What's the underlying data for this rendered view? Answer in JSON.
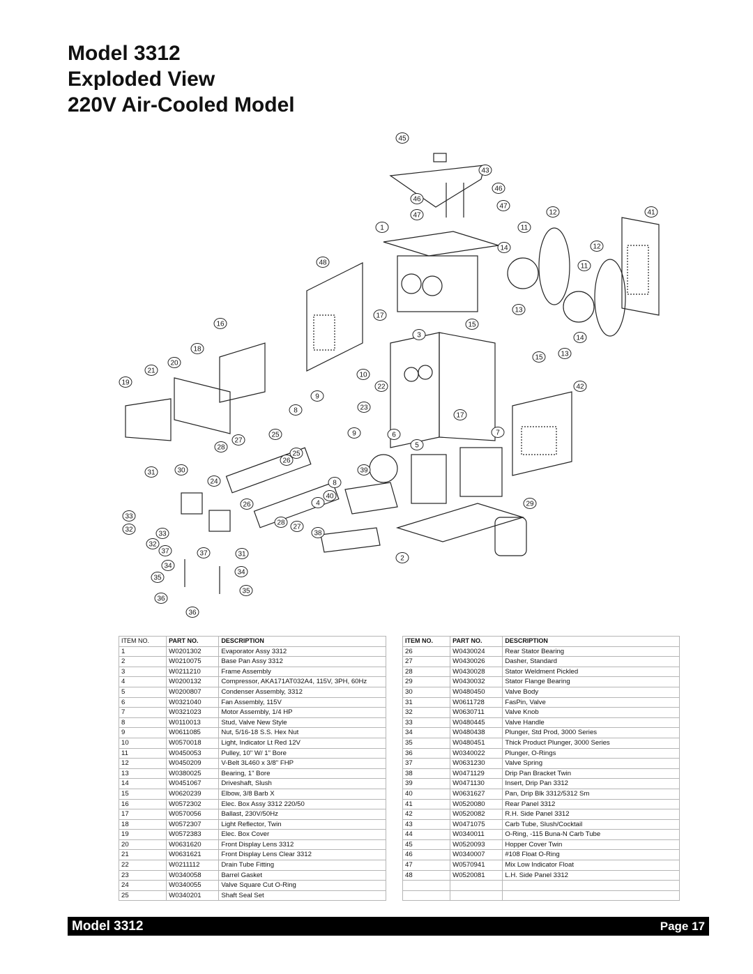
{
  "title": {
    "line1": "Model 3312",
    "line2": "Exploded View",
    "line3": "220V Air-Cooled Model"
  },
  "diagram": {
    "callouts": [
      "45",
      "43",
      "46",
      "46",
      "47",
      "47",
      "12",
      "41",
      "1",
      "11",
      "14",
      "12",
      "48",
      "11",
      "13",
      "16",
      "17",
      "15",
      "3",
      "14",
      "18",
      "20",
      "21",
      "19",
      "10",
      "15",
      "13",
      "22",
      "42",
      "9",
      "8",
      "23",
      "17",
      "27",
      "28",
      "25",
      "9",
      "6",
      "7",
      "5",
      "26",
      "25",
      "31",
      "30",
      "24",
      "39",
      "8",
      "40",
      "29",
      "26",
      "4",
      "33",
      "32",
      "33",
      "28",
      "27",
      "38",
      "32",
      "37",
      "37",
      "31",
      "2",
      "34",
      "35",
      "34",
      "35",
      "36",
      "36"
    ]
  },
  "table": {
    "headers": {
      "item_no": "ITEM NO.",
      "part_no": "PART NO.",
      "description": "DESCRIPTION"
    },
    "left": [
      [
        "1",
        "W0201302",
        "Evaporator Assy 3312"
      ],
      [
        "2",
        "W0210075",
        "Base Pan Assy 3312"
      ],
      [
        "3",
        "W0211210",
        "Frame Assembly"
      ],
      [
        "4",
        "W0200132",
        "Compressor, AKA171AT032A4, 115V, 3PH, 60Hz"
      ],
      [
        "5",
        "W0200807",
        "Condenser Assembly, 3312"
      ],
      [
        "6",
        "W0321040",
        "Fan Assembly, 115V"
      ],
      [
        "7",
        "W0321023",
        "Motor Assembly, 1/4 HP"
      ],
      [
        "8",
        "W0110013",
        "Stud, Valve New Style"
      ],
      [
        "9",
        "W0611085",
        "Nut, 5/16-18 S.S. Hex Nut"
      ],
      [
        "10",
        "W0570018",
        "Light, Indicator Lt Red 12V"
      ],
      [
        "11",
        "W0450053",
        "Pulley, 10\" W/ 1\" Bore"
      ],
      [
        "12",
        "W0450209",
        "V-Belt 3L460 x 3/8\" FHP"
      ],
      [
        "13",
        "W0380025",
        "Bearing, 1\" Bore"
      ],
      [
        "14",
        "W0451067",
        "Driveshaft, Slush"
      ],
      [
        "15",
        "W0620239",
        "Elbow, 3/8 Barb X"
      ],
      [
        "16",
        "W0572302",
        "Elec. Box Assy 3312 220/50"
      ],
      [
        "17",
        "W0570056",
        "Ballast, 230V/50Hz"
      ],
      [
        "18",
        "W0572307",
        "Light Reflector, Twin"
      ],
      [
        "19",
        "W0572383",
        "Elec. Box Cover"
      ],
      [
        "20",
        "W0631620",
        "Front Display Lens 3312"
      ],
      [
        "21",
        "W0631621",
        "Front Display Lens Clear 3312"
      ],
      [
        "22",
        "W0211112",
        "Drain Tube Fitting"
      ],
      [
        "23",
        "W0340058",
        "Barrel Gasket"
      ],
      [
        "24",
        "W0340055",
        "Valve Square Cut O-Ring"
      ],
      [
        "25",
        "W0340201",
        "Shaft Seal Set"
      ]
    ],
    "right": [
      [
        "26",
        "W0430024",
        "Rear Stator Bearing"
      ],
      [
        "27",
        "W0430026",
        "Dasher, Standard"
      ],
      [
        "28",
        "W0430028",
        "Stator Weldment Pickled"
      ],
      [
        "29",
        "W0430032",
        "Stator Flange Bearing"
      ],
      [
        "30",
        "W0480450",
        "Valve Body"
      ],
      [
        "31",
        "W0611728",
        "FasPin, Valve"
      ],
      [
        "32",
        "W0630711",
        "Valve Knob"
      ],
      [
        "33",
        "W0480445",
        "Valve Handle"
      ],
      [
        "34",
        "W0480438",
        "Plunger, Std Prod, 3000 Series"
      ],
      [
        "35",
        "W0480451",
        "Thick Product Plunger, 3000 Series"
      ],
      [
        "36",
        "W0340022",
        "Plunger, O-Rings"
      ],
      [
        "37",
        "W0631230",
        "Valve Spring"
      ],
      [
        "38",
        "W0471129",
        "Drip Pan Bracket Twin"
      ],
      [
        "39",
        "W0471130",
        "Insert, Drip Pan 3312"
      ],
      [
        "40",
        "W0631627",
        "Pan, Drip Blk 3312/5312 Sm"
      ],
      [
        "41",
        "W0520080",
        "Rear Panel 3312"
      ],
      [
        "42",
        "W0520082",
        "R.H. Side Panel 3312"
      ],
      [
        "43",
        "W0471075",
        "Carb Tube, Slush/Cocktail"
      ],
      [
        "44",
        "W0340011",
        "O-Ring, -115 Buna-N Carb Tube"
      ],
      [
        "45",
        "W0520093",
        "Hopper Cover Twin"
      ],
      [
        "46",
        "W0340007",
        "#108 Float O-Ring"
      ],
      [
        "47",
        "W0570941",
        "Mix Low Indicator Float"
      ],
      [
        "48",
        "W0520081",
        "L.H. Side Panel 3312"
      ],
      [
        "",
        "",
        ""
      ],
      [
        "",
        "",
        ""
      ]
    ]
  },
  "footer": {
    "model": "Model 3312",
    "page": "Page 17"
  }
}
